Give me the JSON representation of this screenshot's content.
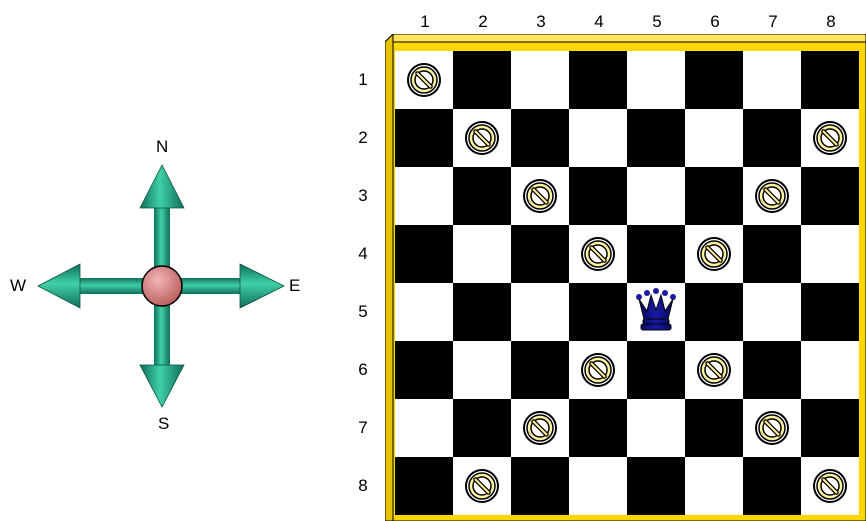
{
  "compass": {
    "north": "N",
    "south": "S",
    "east": "E",
    "west": "W",
    "arrow_color": "#1a9c7e",
    "hub_color": "#d98080"
  },
  "board": {
    "column_labels": [
      "1",
      "2",
      "3",
      "4",
      "5",
      "6",
      "7",
      "8"
    ],
    "row_labels": [
      "1",
      "2",
      "3",
      "4",
      "5",
      "6",
      "7",
      "8"
    ],
    "frame_color": "#ffd700",
    "dark_square_color": "#000000",
    "light_square_color": "#ffffff",
    "queen": {
      "row": 5,
      "col": 5,
      "icon": "queen-icon",
      "color": "#1a1aa6"
    },
    "blocked_squares": [
      [
        1,
        1
      ],
      [
        2,
        2
      ],
      [
        2,
        8
      ],
      [
        3,
        3
      ],
      [
        3,
        7
      ],
      [
        4,
        4
      ],
      [
        4,
        6
      ],
      [
        6,
        4
      ],
      [
        6,
        6
      ],
      [
        7,
        3
      ],
      [
        7,
        7
      ],
      [
        8,
        2
      ],
      [
        8,
        8
      ]
    ],
    "blocked_icon": "no-entry-icon"
  }
}
